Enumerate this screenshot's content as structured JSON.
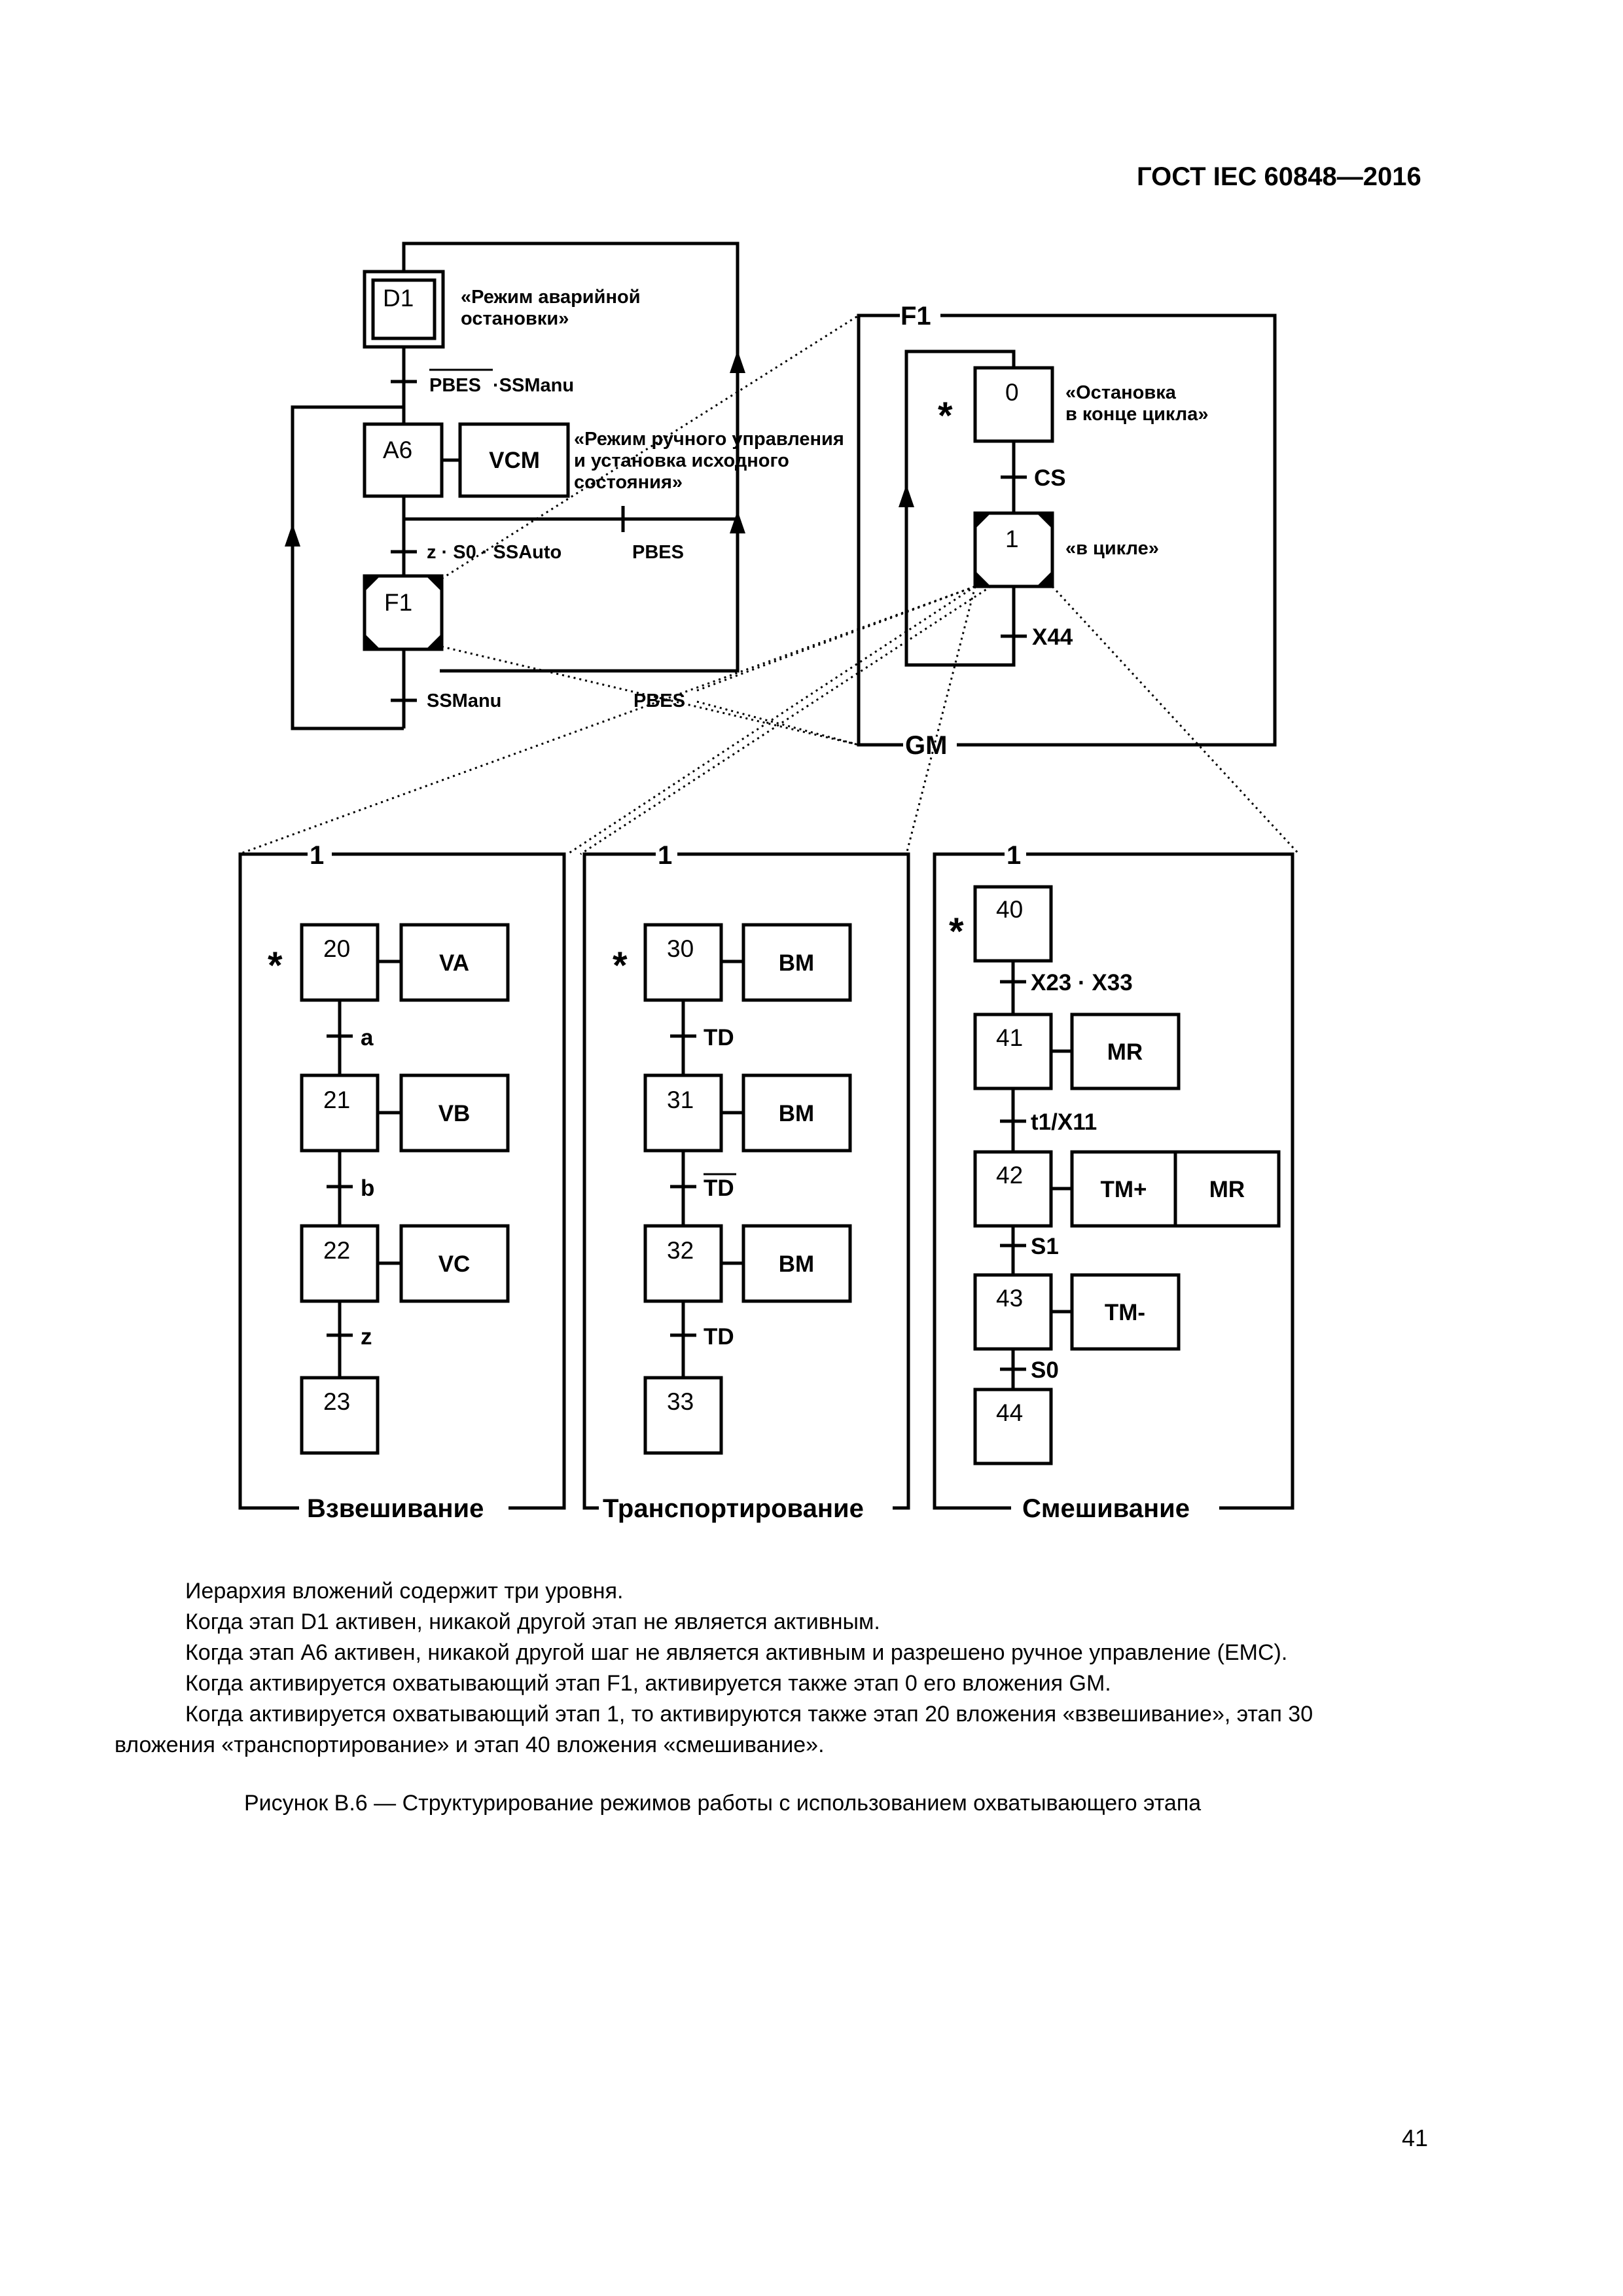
{
  "header": {
    "doc_id": "ГОСТ IEC 60848—2016"
  },
  "diagram": {
    "top_left": {
      "d1": "D1",
      "d1_note": [
        "«Режим аварийной",
        "остановки»"
      ],
      "t1_over": "PBES",
      "t1_rest": "·SSManu",
      "a6": "A6",
      "vcm": "VCM",
      "a6_note": [
        "«Режим ручного управления",
        "и установка исходного",
        "состояния»"
      ],
      "t2": "z · S0 · SSAuto",
      "t2b": "PBES",
      "f1": "F1",
      "t3": "SSManu",
      "t3b": "PBES"
    },
    "f1_box": {
      "title": "F1",
      "bottom": "GM",
      "star": "*",
      "s0": "0",
      "s0_note": [
        "«Остановка",
        "в конце цикла»"
      ],
      "t_cs": "CS",
      "s1": "1",
      "s1_note": "«в цикле»",
      "t_x44": "X44"
    },
    "weighing": {
      "title": "1",
      "bottom": "Взвешивание",
      "star": "*",
      "steps": [
        "20",
        "21",
        "22",
        "23"
      ],
      "actions": [
        "VA",
        "VB",
        "VC"
      ],
      "transitions": [
        "a",
        "b",
        "z"
      ]
    },
    "transport": {
      "title": "1",
      "bottom": "Транспортирование",
      "star": "*",
      "steps": [
        "30",
        "31",
        "32",
        "33"
      ],
      "actions": [
        "BM",
        "BM",
        "BM"
      ],
      "transitions": [
        "TD",
        "TD",
        "TD"
      ]
    },
    "mixing": {
      "title": "1",
      "bottom": "Смешивание",
      "star": "*",
      "steps": [
        "40",
        "41",
        "42",
        "43",
        "44"
      ],
      "actions": [
        "MR",
        "TM+",
        "MR",
        "TM-"
      ],
      "transitions": [
        "X23 · X33",
        "t1/X11",
        "S1",
        "S0"
      ]
    }
  },
  "notes": [
    "Иерархия вложений содержит три уровня.",
    "Когда этап D1 активен, никакой другой этап не является активным.",
    "Когда этап А6 активен, никакой другой шаг не является активным и разрешено ручное управление (ЕМС).",
    "Когда активируется охватывающий этап F1, активируется также этап 0 его вложения GM.",
    "Когда активируется охватывающий этап 1, то активируются также этап 20 вложения «взвешивание», этап 30",
    "вложения «транспортирование» и этап 40 вложения «смешивание»."
  ],
  "caption": "Рисунок В.6 — Структурирование режимов работы с использованием охватывающего этапа",
  "page_number": "41"
}
